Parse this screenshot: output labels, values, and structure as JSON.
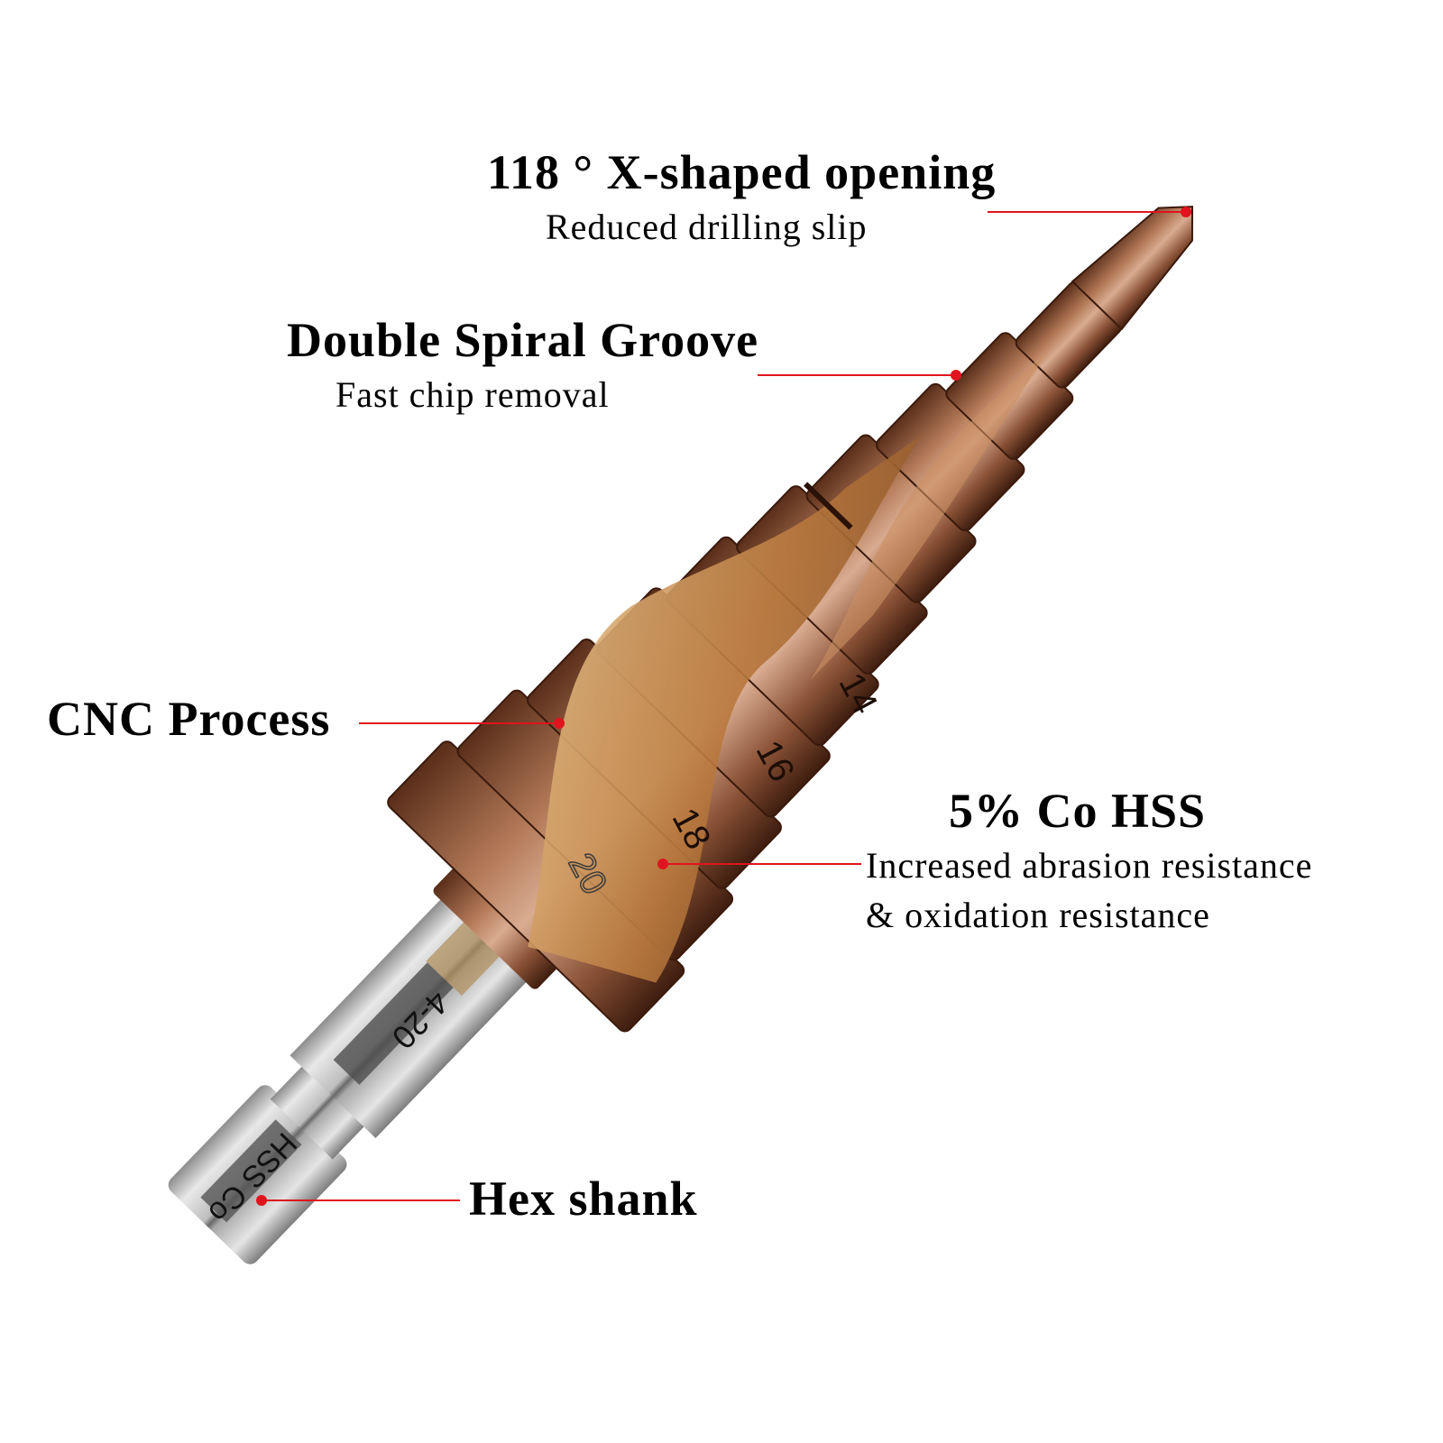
{
  "callouts": [
    {
      "title": "118 ° X-shaped opening",
      "subtitle": "Reduced drilling slip"
    },
    {
      "title": "Double Spiral Groove",
      "subtitle": "Fast chip removal"
    },
    {
      "title": "CNC Process"
    },
    {
      "title": "5% Co HSS",
      "subtitle_lines": [
        "Increased abrasion resistance",
        "& oxidation resistance"
      ]
    },
    {
      "title": "Hex shank"
    }
  ],
  "drill_markings": {
    "step_sizes": [
      "14",
      "16",
      "18",
      "20"
    ],
    "shank_range": "4-20",
    "shank_material": "HSS Co"
  },
  "colors": {
    "callout_line": "#e0141e",
    "copper": "#8a5434",
    "steel": "#c9c9c9"
  }
}
